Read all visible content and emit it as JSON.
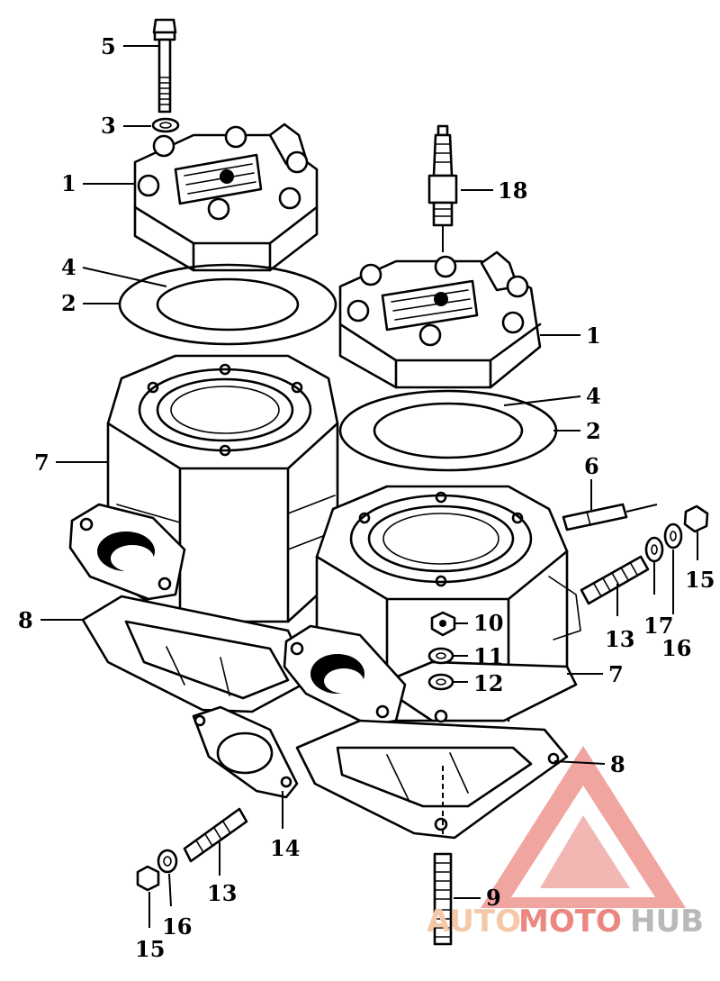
{
  "diagram": {
    "callouts": [
      {
        "id": "c5",
        "label": "5"
      },
      {
        "id": "c3",
        "label": "3"
      },
      {
        "id": "c1a",
        "label": "1"
      },
      {
        "id": "c4a",
        "label": "4"
      },
      {
        "id": "c2a",
        "label": "2"
      },
      {
        "id": "c7a",
        "label": "7"
      },
      {
        "id": "c8a",
        "label": "8"
      },
      {
        "id": "c18",
        "label": "18"
      },
      {
        "id": "c1b",
        "label": "1"
      },
      {
        "id": "c4b",
        "label": "4"
      },
      {
        "id": "c2b",
        "label": "2"
      },
      {
        "id": "c6",
        "label": "6"
      },
      {
        "id": "c15a",
        "label": "15"
      },
      {
        "id": "c16a",
        "label": "16"
      },
      {
        "id": "c17",
        "label": "17"
      },
      {
        "id": "c13a",
        "label": "13"
      },
      {
        "id": "c10",
        "label": "10"
      },
      {
        "id": "c11",
        "label": "11"
      },
      {
        "id": "c12",
        "label": "12"
      },
      {
        "id": "c7b",
        "label": "7"
      },
      {
        "id": "c8b",
        "label": "8"
      },
      {
        "id": "c14",
        "label": "14"
      },
      {
        "id": "c13b",
        "label": "13"
      },
      {
        "id": "c9",
        "label": "9"
      },
      {
        "id": "c15b",
        "label": "15"
      },
      {
        "id": "c16b",
        "label": "16"
      }
    ]
  },
  "watermark": {
    "part1": "AUTO",
    "part2": "MOTO",
    "part3": "HUB",
    "color_light": "#f5c9a8",
    "color_red": "#e8736b",
    "color_gray": "#b9b9b9"
  }
}
